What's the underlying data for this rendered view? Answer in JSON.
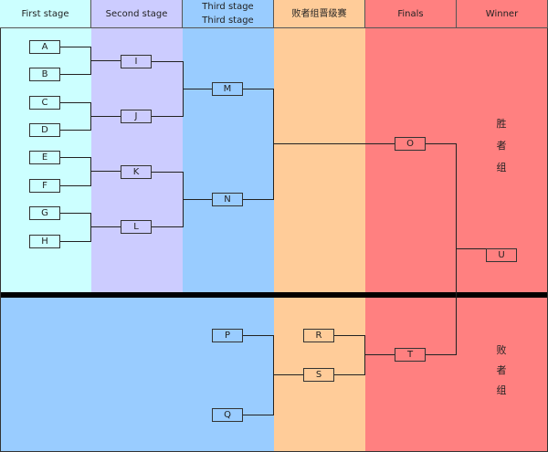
{
  "headers": [
    "First stage",
    "Second stage",
    "Third stage",
    "Third stage",
    "败者组晋级赛",
    "Finals",
    "Winner"
  ],
  "colors": {
    "first": "#ccffff",
    "second": "#ccccff",
    "third": "#99ccff",
    "loser": "#ffcc99",
    "finals": "#ff8080",
    "winner": "#ff8080"
  },
  "winners_bracket": {
    "first": [
      "A",
      "B",
      "C",
      "D",
      "E",
      "F",
      "G",
      "H"
    ],
    "second": [
      "I",
      "J",
      "K",
      "L"
    ],
    "third": [
      "M",
      "N"
    ],
    "final": "O",
    "winner": "U"
  },
  "losers_bracket": {
    "third": [
      "P",
      "Q"
    ],
    "loser_round": [
      "R",
      "S"
    ],
    "final": "T"
  },
  "side_labels": {
    "winners": [
      "胜",
      "者",
      "组"
    ],
    "losers": [
      "败",
      "者",
      "组"
    ]
  }
}
